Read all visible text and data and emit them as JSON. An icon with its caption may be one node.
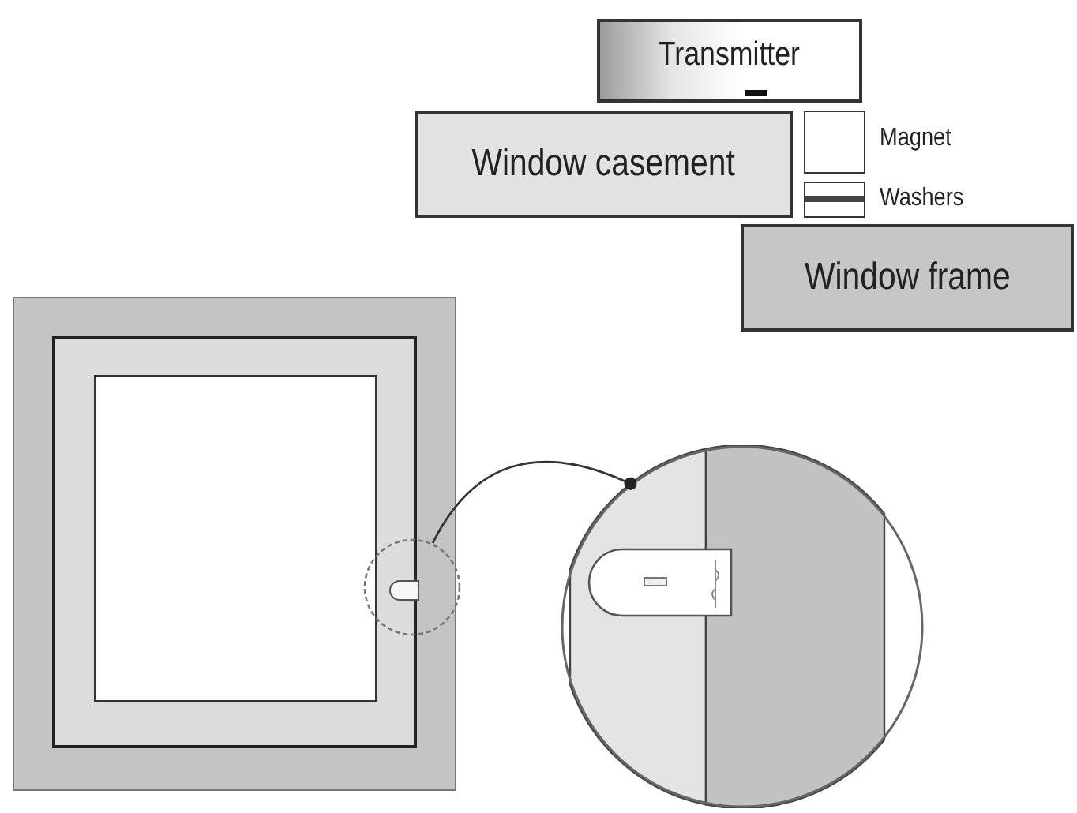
{
  "diagram": {
    "nodes": [
      {
        "text": [
          "Transmitter"
        ]
      },
      {
        "text": [
          "Window casement"
        ]
      },
      {
        "text": [],
        "shape": "box",
        "beside": [
          "Magnet"
        ]
      },
      {
        "text": [],
        "shape": "box",
        "beside": [
          "Washers"
        ]
      },
      {
        "text": [
          "Window frame"
        ]
      },
      {
        "text": [],
        "shape": "circle"
      },
      {
        "text": [],
        "shape": "circle"
      }
    ],
    "edges": [
      {
        "from": 5,
        "to": 6,
        "arrow": "other"
      }
    ]
  }
}
